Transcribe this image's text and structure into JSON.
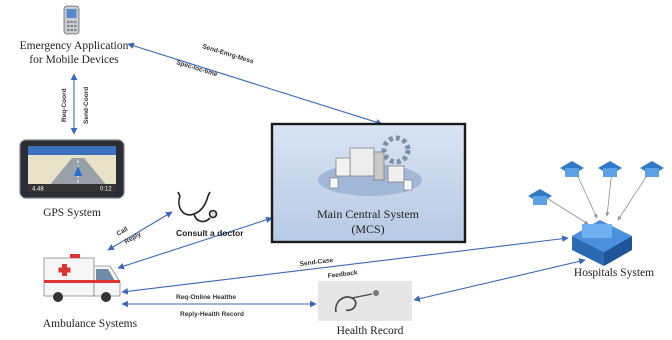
{
  "nodes": {
    "mobile": {
      "line1": "Emergency Application",
      "line2": "for Mobile Devices"
    },
    "gps": {
      "label": "GPS System"
    },
    "doctor": {
      "label": "Consult a doctor"
    },
    "mcs": {
      "line1": "Main Central System",
      "line2": "(MCS)"
    },
    "ambulance": {
      "label": "Ambulance Systems"
    },
    "health": {
      "label": "Health Record"
    },
    "hospitals": {
      "label": "Hospitals System"
    },
    "gps_screen": {
      "readout1": "4.48",
      "readout2": "0:12"
    }
  },
  "edges": {
    "send_emrg": "Send-Emrg-Mess",
    "spec_loc": "Spec-loc-time",
    "req_coord": "Req-Coord",
    "send_coord": "Send-Coord",
    "call": "Call",
    "reply": "Reply",
    "send_case": "Send-Case",
    "feedback": "Feedback",
    "req_online": "Req-Online Healthe",
    "reply_health": "Reply-Health Record"
  },
  "colors": {
    "link": "#3f67b8",
    "mcs_fill": "#c9d7ec",
    "mcs_border": "#1b1b1b",
    "hospital_blue": "#2f79c6"
  }
}
